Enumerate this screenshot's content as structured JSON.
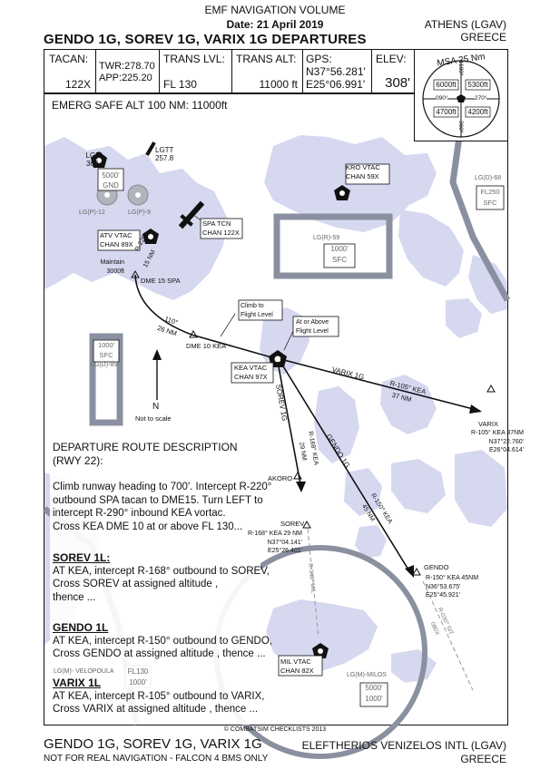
{
  "header": {
    "volume": "EMF NAVIGATION VOLUME",
    "date": "Date: 21 April 2019",
    "title": "GENDO 1G, SOREV 1G, VARIX 1G DEPARTURES",
    "airport": "ATHENS (LGAV)",
    "country": "GREECE"
  },
  "info": {
    "tacan_label": "TACAN:",
    "tacan_value": "122X",
    "twr": "TWR:278.70",
    "app": "APP:225.20",
    "trans_lvl_label": "TRANS LVL:",
    "trans_lvl_value": "FL 130",
    "trans_alt_label": "TRANS ALT:",
    "trans_alt_value": "11000 ft",
    "gps_label": "GPS:",
    "gps_lat": "N37°56.281'",
    "gps_lon": "E25°06.991'",
    "elev_label": "ELEV:",
    "elev_value": "308'"
  },
  "msa": {
    "title": "MSA 25 Nm",
    "alt_nw": "6000ft",
    "alt_ne": "5300ft",
    "alt_sw": "4700ft",
    "alt_se": "4200ft",
    "b090": "090°",
    "b270": "270°",
    "b360": "360°",
    "b180": "180°"
  },
  "emerg": "EMERG SAFE ALT 100 NM: 11000ft",
  "map": {
    "lgel": "LGEL",
    "lgel_elev": "363.4",
    "lgtt": "LGTT",
    "lgtt_elev": "257.8",
    "gnd_top": "5000'",
    "gnd_bot": "GND",
    "lgp12": "LG(P)-12",
    "lgp9": "LG(P)-9",
    "spa_name": "SPA TCN",
    "spa_chan": "CHAN 122X",
    "atv_name": "ATV VTAC",
    "atv_chan": "CHAN 89X",
    "maintain1": "Maintain",
    "maintain2": "3000ft",
    "r220": "R-220",
    "nm15": "15 NM",
    "dme15": "DME 15 SPA",
    "lgr59": "LG(R)-59",
    "lgr59_top": "1000'",
    "lgr59_bot": "SFC",
    "kro_name": "KRO VTAC",
    "kro_chan": "CHAN 59X",
    "lgd68": "LG(D)-68",
    "lgd68_top": "FL250",
    "lgd68_bot": "SFC",
    "lgd85": "LG(D)-85",
    "lgd85_top": "1000'",
    "lgd85_bot": "SFC",
    "climb1": "Climb to",
    "climb2": "Flight Level",
    "above1": "At or Above",
    "above2": "Flight Level",
    "b110": "110°",
    "nm26": "26 NM",
    "dme10": "DME 10 KEA",
    "kea_name": "KEA VTAC",
    "kea_chan": "CHAN 97X",
    "varix_route": "VARIX 1G",
    "r105": "R-105° KEA",
    "nm37": "37 NM",
    "varix": "VARIX",
    "varix_kea": "R-105° KEA 37NM",
    "varix_lat": "N37°22.760'",
    "varix_lon": "E26°04.614'",
    "sorev_route": "SOREV 1G",
    "r168": "R-168° KEA",
    "nm29": "29 NM",
    "gendo_route": "GENDO 1G",
    "r150": "R-150° KEA",
    "nm45": "45 NM",
    "akoro": "AKORO",
    "sorev": "SOREV",
    "sorev_kea": "R-168° KEA  29 NM",
    "sorev_lat": "N37°04.141'",
    "sorev_lon": "E25°26.401'",
    "gendo": "GENDO",
    "gendo_kea": "R-150° KEA 45NM",
    "gendo_lat": "N36°53.675'",
    "gendo_lon": "E25°45.921'",
    "r348": "R-348° MIL",
    "r030": "R-030° SIT",
    "r030b": "080X",
    "mil_name": "MIL VTAC",
    "mil_chan": "CHAN 82X",
    "lgm_milos": "LG(M)-MILOS",
    "milos_top": "5000'",
    "milos_bot": "1000'",
    "lgm_vel": "LG(M)- VELOPOULA",
    "vel_top": "FL130",
    "vel_bot": "1000'",
    "north": "N",
    "not_to_scale": "Not to scale"
  },
  "description": {
    "title1": "DEPARTURE ROUTE DESCRIPTION",
    "title2": "(RWY 22):",
    "line1": "Climb runway heading to 700'. Intercept R-220°",
    "line2": "outbound SPA tacan to DME15. Turn LEFT to",
    "line3": "intercept R-290° inbound KEA vortac.",
    "line4": "Cross KEA DME 10 at or above FL 130...",
    "sorev_head": "SOREV 1L:",
    "sorev_1": "AT KEA, intercept R-168° outbound to SOREV,",
    "sorev_2": "Cross SOREV at assigned altitude ,",
    "sorev_3": "thence ...",
    "gendo_head": "GENDO 1L",
    "gendo_1": "AT KEA, intercept R-150° outbound to GENDO,",
    "gendo_2": "Cross GENDO at assigned altitude , thence ...",
    "varix_head": "VARIX 1L",
    "varix_1": "AT KEA, intercept R-105° outbound to VARIX,",
    "varix_2": "Cross VARIX at assigned altitude , thence ..."
  },
  "footer": {
    "copyright": "© COMBATSIM CHECKLISTS 2013",
    "title": "GENDO 1G, SOREV 1G, VARIX 1G",
    "disclaimer": "NOT FOR REAL NAVIGATION - FALCON 4 BMS ONLY",
    "airport": "ELEFTHERIOS VENIZELOS INTL  (LGAV)",
    "country": "GREECE"
  },
  "colors": {
    "land": "#d6d8f0",
    "airspace": "#9aa0b0",
    "route": "#111111"
  }
}
